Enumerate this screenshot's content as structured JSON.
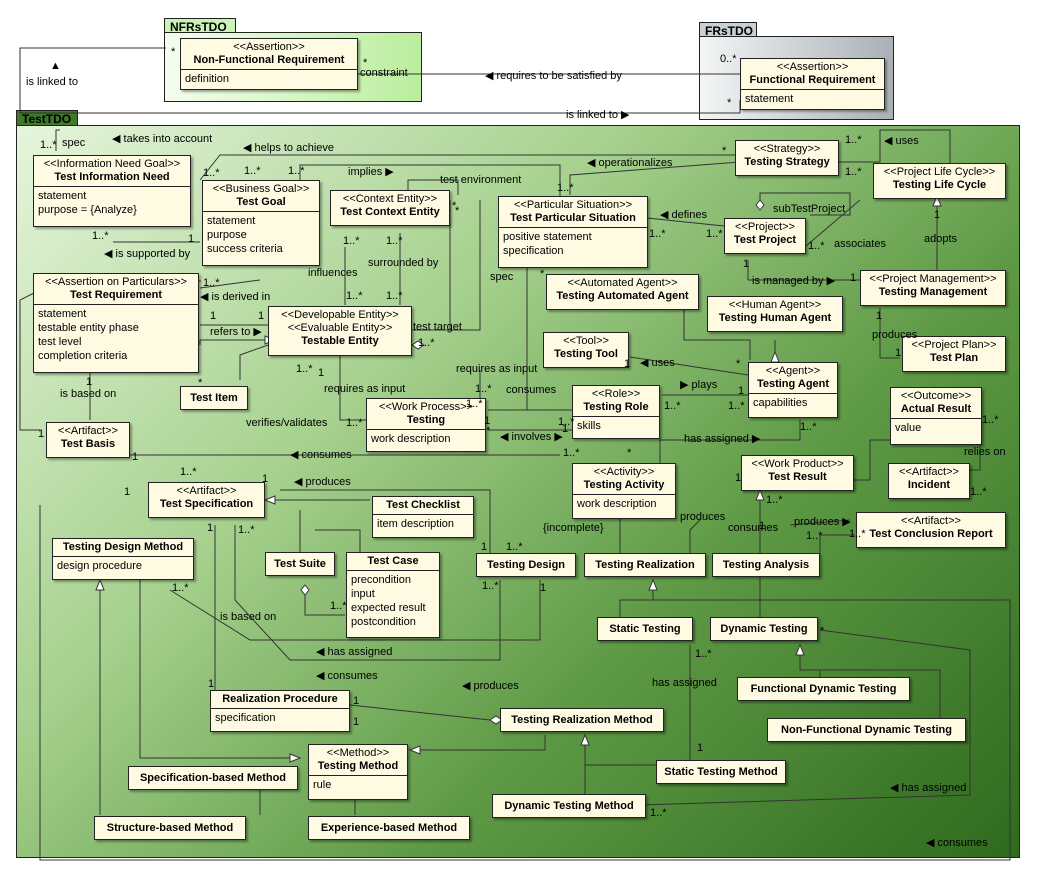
{
  "packages": {
    "nfr": "NFRsTDO",
    "fr": "FRsTDO",
    "test": "TestTDO"
  },
  "classes": {
    "nfr_req": {
      "stereotype": "<<Assertion>>",
      "name": "Non-Functional Requirement",
      "attrs": [
        "definition"
      ]
    },
    "fr_req": {
      "stereotype": "<<Assertion>>",
      "name": "Functional Requirement",
      "attrs": [
        "statement"
      ]
    },
    "info_need": {
      "stereotype": "<<Information Need Goal>>",
      "name": "Test Information Need",
      "attrs": [
        "statement",
        "purpose = {Analyze}"
      ]
    },
    "test_goal": {
      "stereotype": "<<Business Goal>>",
      "name": "Test Goal",
      "attrs": [
        "statement",
        "purpose",
        "success criteria"
      ]
    },
    "context_entity": {
      "stereotype": "<<Context Entity>>",
      "name": "Test Context Entity",
      "attrs": []
    },
    "particular_situation": {
      "stereotype": "<<Particular Situation>>",
      "name": "Test Particular Situation",
      "attrs": [
        "positive statement",
        "specification"
      ]
    },
    "strategy": {
      "stereotype": "<<Strategy>>",
      "name": "Testing Strategy",
      "attrs": []
    },
    "life_cycle": {
      "stereotype": "<<Project Life Cycle>>",
      "name": "Testing Life Cycle",
      "attrs": []
    },
    "project": {
      "stereotype": "<<Project>>",
      "name": "Test Project",
      "attrs": []
    },
    "management": {
      "stereotype": "<<Project Management>>",
      "name": "Testing Management",
      "attrs": []
    },
    "requirement": {
      "stereotype": "<<Assertion on Particulars>>",
      "name": "Test Requirement",
      "attrs": [
        "statement",
        "testable entity phase",
        "test level",
        "completion criteria"
      ]
    },
    "testable_entity": {
      "stereotype": "<<Developable Entity>>",
      "stereotype2": "<<Evaluable Entity>>",
      "name": "Testable Entity",
      "attrs": []
    },
    "automated_agent": {
      "stereotype": "<<Automated Agent>>",
      "name": "Testing Automated Agent",
      "attrs": []
    },
    "human_agent": {
      "stereotype": "<<Human Agent>>",
      "name": "Testing Human Agent",
      "attrs": []
    },
    "tool": {
      "stereotype": "<<Tool>>",
      "name": "Testing Tool",
      "attrs": []
    },
    "plan": {
      "stereotype": "<<Project Plan>>",
      "name": "Test Plan",
      "attrs": []
    },
    "test_item": {
      "stereotype": "",
      "name": "Test Item",
      "attrs": []
    },
    "testing": {
      "stereotype": "<<Work Process>>",
      "name": "Testing",
      "attrs": [
        "work description"
      ]
    },
    "role": {
      "stereotype": "<<Role>>",
      "name": "Testing Role",
      "attrs": [
        "skills"
      ]
    },
    "agent": {
      "stereotype": "<<Agent>>",
      "name": "Testing Agent",
      "attrs": [
        "capabilities"
      ]
    },
    "actual_result": {
      "stereotype": "<<Outcome>>",
      "name": "Actual Result",
      "attrs": [
        "value"
      ]
    },
    "test_basis": {
      "stereotype": "<<Artifact>>",
      "name": "Test Basis",
      "attrs": []
    },
    "incident": {
      "stereotype": "<<Artifact>>",
      "name": "Incident",
      "attrs": []
    },
    "activity": {
      "stereotype": "<<Activity>>",
      "name": "Testing Activity",
      "attrs": [
        "work description"
      ]
    },
    "test_result": {
      "stereotype": "<<Work Product>>",
      "name": "Test Result",
      "attrs": []
    },
    "specification": {
      "stereotype": "<<Artifact>>",
      "name": "Test Specification",
      "attrs": []
    },
    "checklist": {
      "stereotype": "",
      "name": "Test Checklist",
      "attrs": [
        "item description"
      ]
    },
    "conclusion": {
      "stereotype": "<<Artifact>>",
      "name": "Test Conclusion Report",
      "attrs": []
    },
    "design_method": {
      "stereotype": "",
      "name": "Testing Design Method",
      "attrs": [
        "design procedure"
      ]
    },
    "suite": {
      "stereotype": "",
      "name": "Test Suite",
      "attrs": []
    },
    "test_case": {
      "stereotype": "",
      "name": "Test Case",
      "attrs": [
        "precondition",
        "input",
        "expected result",
        "postcondition"
      ]
    },
    "design": {
      "stereotype": "",
      "name": "Testing Design",
      "attrs": []
    },
    "realization": {
      "stereotype": "",
      "name": "Testing Realization",
      "attrs": []
    },
    "analysis": {
      "stereotype": "",
      "name": "Testing Analysis",
      "attrs": []
    },
    "static_testing": {
      "stereotype": "",
      "name": "Static Testing",
      "attrs": []
    },
    "dynamic_testing": {
      "stereotype": "",
      "name": "Dynamic Testing",
      "attrs": []
    },
    "functional_dynamic": {
      "stereotype": "",
      "name": "Functional Dynamic Testing",
      "attrs": []
    },
    "nonfunctional_dynamic": {
      "stereotype": "",
      "name": "Non-Functional Dynamic Testing",
      "attrs": []
    },
    "realization_procedure": {
      "stereotype": "",
      "name": "Realization Procedure",
      "attrs": [
        "specification"
      ]
    },
    "realization_method": {
      "stereotype": "",
      "name": "Testing Realization Method",
      "attrs": []
    },
    "method": {
      "stereotype": "<<Method>>",
      "name": "Testing Method",
      "attrs": [
        "rule"
      ]
    },
    "spec_method": {
      "stereotype": "",
      "name": "Specification-based Method",
      "attrs": []
    },
    "static_method": {
      "stereotype": "",
      "name": "Static Testing Method",
      "attrs": []
    },
    "dynamic_method": {
      "stereotype": "",
      "name": "Dynamic Testing Method",
      "attrs": []
    },
    "structure_method": {
      "stereotype": "",
      "name": "Structure-based Method",
      "attrs": []
    },
    "experience_method": {
      "stereotype": "",
      "name": "Experience-based Method",
      "attrs": []
    }
  },
  "labels": [
    "is linked to",
    "constraint",
    "◀ requires to be satisfied by",
    "is linked to ▶",
    "spec",
    "◀ takes into account",
    "◀ helps to achieve",
    "implies ▶",
    "test environment",
    "◀ operationalizes",
    "◀ uses",
    "subTestProject",
    "◀ defines",
    "associates",
    "adopts",
    "◀ is supported by",
    "influences",
    "surrounded by",
    "spec",
    "is managed by ▶",
    "◀ is derived in",
    "refers to ▶",
    "test target",
    "produces",
    "requires as input",
    "requires as input",
    "◀ uses",
    "▶ plays",
    "consumes",
    "◀ involves ▶",
    "is based on",
    "verifies/validates",
    "◀ consumes",
    "has assigned ▶",
    "relies on",
    "◀ produces",
    "produces",
    "consumes",
    "produces ▶",
    "{incomplete}",
    "is based on",
    "◀ has assigned",
    "◀ consumes",
    "◀ produces",
    "has assigned",
    "◀ has assigned",
    "◀ consumes"
  ],
  "multiplicities": [
    "*",
    "*",
    "0..*",
    "*",
    "1..*",
    "1..*",
    "1..*",
    "1..*",
    "1..*",
    "*",
    "1..*",
    "1..*",
    "1..*",
    "1..*",
    "1..*",
    "1",
    "*",
    "1..*",
    "1..*",
    "1..*",
    "1..*",
    "1..*",
    "1",
    "1",
    "1..*",
    "*",
    "1",
    "*",
    "1",
    "1",
    "1",
    "1",
    "1..*",
    "1",
    "1..*",
    "*",
    "1",
    "1..*",
    "1..*",
    "1..*",
    "1",
    "*",
    "1",
    "1..*",
    "1..*",
    "*",
    "1",
    "1",
    "1..*",
    "1..*",
    "1",
    "1",
    "1..*",
    "*",
    "1..*",
    "1..*",
    "1",
    "1",
    "1",
    "1..*",
    "1..*",
    "1",
    "1..*",
    "1",
    "1..*",
    "1..*",
    "1..*",
    "1..*",
    "*",
    "1..*",
    "1",
    "1..*",
    "1",
    "1",
    "1",
    "1",
    "1..*",
    "1..*",
    "1",
    "1..*",
    "1..*",
    "1..*",
    "1..*"
  ],
  "colors": {
    "nfr_fill": "#ccf2b8",
    "fr_fill": "#c9cfd3",
    "test_fill_dark": "#3e7a2a",
    "test_fill_light": "#d9efcd",
    "class_fill": "#fffbe3"
  }
}
